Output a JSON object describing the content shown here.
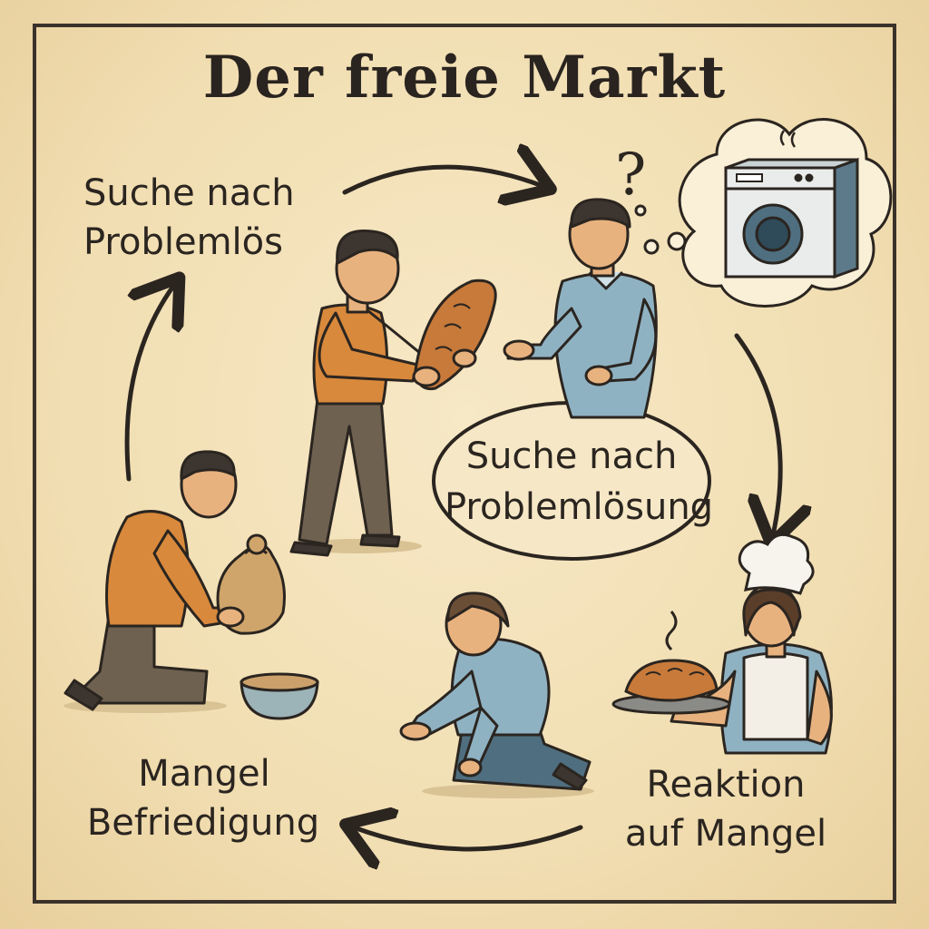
{
  "title": "Der freie Markt",
  "labels": {
    "top_left": {
      "line1": "Suche nach",
      "line2": "Problemlös"
    },
    "bubble": {
      "line1": "Suche nach",
      "line2": "Problemlösung"
    },
    "bottom_left": {
      "line1": "Mangel",
      "line2": "Befriedigung"
    },
    "bottom_right": {
      "line1": "Reaktion",
      "line2": "auf Mangel"
    }
  },
  "thought": {
    "symbol": "?",
    "icon": "washing-machine-icon"
  },
  "colors": {
    "paper": "#f2dfb4",
    "ink": "#2b2520",
    "orange_shirt": "#d8893c",
    "blue_shirt": "#8fb2c2",
    "trousers": "#6e6150",
    "bread": "#c77a3a",
    "skin": "#e8b27e"
  },
  "icons": [
    "bread-icon",
    "washing-machine-icon",
    "sack-icon",
    "bowl-icon",
    "chef-hat-icon",
    "steam-icon",
    "cycle-arrow-icon"
  ]
}
